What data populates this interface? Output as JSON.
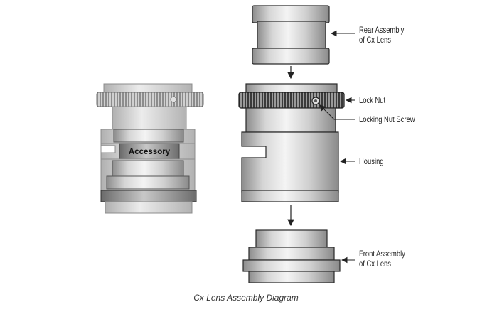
{
  "labels": {
    "rear_line1": "Rear Assembly",
    "rear_line2": "of Cx Lens",
    "lock_nut": "Lock Nut",
    "locking_nut_screw": "Locking Nut Screw",
    "housing": "Housing",
    "front_line1": "Front Assembly",
    "front_line2": "of Cx Lens",
    "accessory": "Accessory"
  },
  "caption": "Cx Lens Assembly Diagram",
  "colors": {
    "metal_light": "#e6e6e6",
    "metal_mid": "#bcbcbc",
    "metal_dark": "#8a8a8a",
    "outline": "#2a2a2a",
    "knurl": "#555555",
    "ghost": "#a9a9a9"
  }
}
